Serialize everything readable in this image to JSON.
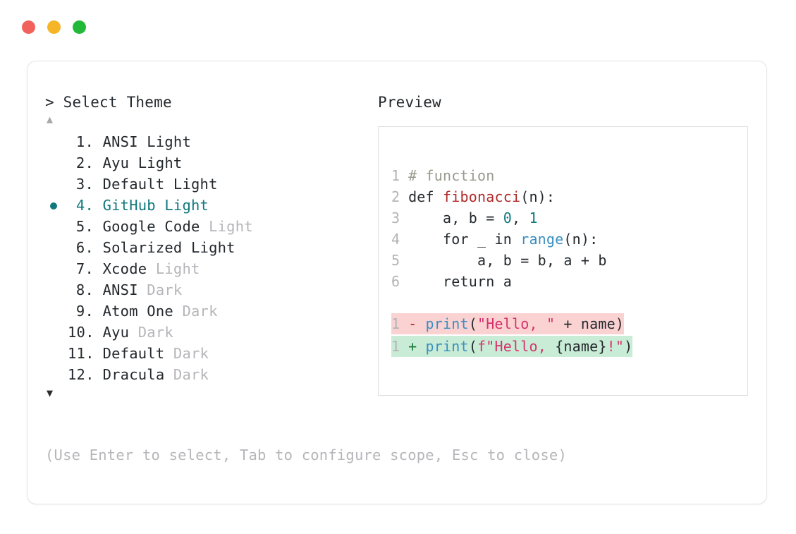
{
  "window": {
    "traffic_lights": [
      {
        "name": "close",
        "color": "#f2625c"
      },
      {
        "name": "minimize",
        "color": "#f5b527"
      },
      {
        "name": "zoom",
        "color": "#22b939"
      }
    ]
  },
  "selector": {
    "prompt": "> Select Theme",
    "scroll_up_indicator": "▲",
    "scroll_down_indicator": "▼",
    "selected_index": 4,
    "items": [
      {
        "index": "1.",
        "name": "ANSI",
        "variant": "Light",
        "variant_dim": false,
        "selected": false
      },
      {
        "index": "2.",
        "name": "Ayu",
        "variant": "Light",
        "variant_dim": false,
        "selected": false
      },
      {
        "index": "3.",
        "name": "Default",
        "variant": "Light",
        "variant_dim": false,
        "selected": false
      },
      {
        "index": "4.",
        "name": "GitHub",
        "variant": "Light",
        "variant_dim": false,
        "selected": true
      },
      {
        "index": "5.",
        "name": "Google Code",
        "variant": "Light",
        "variant_dim": true,
        "selected": false
      },
      {
        "index": "6.",
        "name": "Solarized",
        "variant": "Light",
        "variant_dim": false,
        "selected": false
      },
      {
        "index": "7.",
        "name": "Xcode",
        "variant": "Light",
        "variant_dim": true,
        "selected": false
      },
      {
        "index": "8.",
        "name": "ANSI",
        "variant": "Dark",
        "variant_dim": true,
        "selected": false
      },
      {
        "index": "9.",
        "name": "Atom One",
        "variant": "Dark",
        "variant_dim": true,
        "selected": false
      },
      {
        "index": "10.",
        "name": "Ayu",
        "variant": "Dark",
        "variant_dim": true,
        "selected": false
      },
      {
        "index": "11.",
        "name": "Default",
        "variant": "Dark",
        "variant_dim": true,
        "selected": false
      },
      {
        "index": "12.",
        "name": "Dracula",
        "variant": "Dark",
        "variant_dim": true,
        "selected": false
      }
    ],
    "footer_hint": "(Use Enter to select, Tab to configure scope, Esc to close)"
  },
  "preview": {
    "label": "Preview",
    "code_lines": [
      {
        "num": "1",
        "tokens": [
          {
            "t": "# function",
            "c": "comment"
          }
        ]
      },
      {
        "num": "2",
        "tokens": [
          {
            "t": "def ",
            "c": "kw"
          },
          {
            "t": "fibonacci",
            "c": "fn"
          },
          {
            "t": "(n):",
            "c": "plain"
          }
        ]
      },
      {
        "num": "3",
        "tokens": [
          {
            "t": "    a, b = ",
            "c": "plain"
          },
          {
            "t": "0",
            "c": "num"
          },
          {
            "t": ", ",
            "c": "plain"
          },
          {
            "t": "1",
            "c": "num"
          }
        ]
      },
      {
        "num": "4",
        "tokens": [
          {
            "t": "    for _ in ",
            "c": "plain"
          },
          {
            "t": "range",
            "c": "builtin"
          },
          {
            "t": "(n):",
            "c": "plain"
          }
        ]
      },
      {
        "num": "5",
        "tokens": [
          {
            "t": "        a, b = b, a + b",
            "c": "plain"
          }
        ]
      },
      {
        "num": "6",
        "tokens": [
          {
            "t": "    return a",
            "c": "plain"
          }
        ]
      }
    ],
    "diff_lines": [
      {
        "num": "1",
        "kind": "del",
        "sign": "-",
        "tokens": [
          {
            "t": "print",
            "c": "builtin"
          },
          {
            "t": "(",
            "c": "plain"
          },
          {
            "t": "\"Hello, \"",
            "c": "str"
          },
          {
            "t": " + name)",
            "c": "plain"
          }
        ]
      },
      {
        "num": "1",
        "kind": "add",
        "sign": "+",
        "tokens": [
          {
            "t": "print",
            "c": "builtin"
          },
          {
            "t": "(",
            "c": "plain"
          },
          {
            "t": "f\"Hello, ",
            "c": "str"
          },
          {
            "t": "{name}",
            "c": "plain"
          },
          {
            "t": "!\"",
            "c": "str"
          },
          {
            "t": ")",
            "c": "plain"
          }
        ]
      }
    ]
  },
  "colors": {
    "accent_teal": "#11797d",
    "diff_del_bg": "#fad2d2",
    "diff_add_bg": "#c9ecd6",
    "dim_text": "#b6b6ba",
    "body_text": "#24292e"
  }
}
